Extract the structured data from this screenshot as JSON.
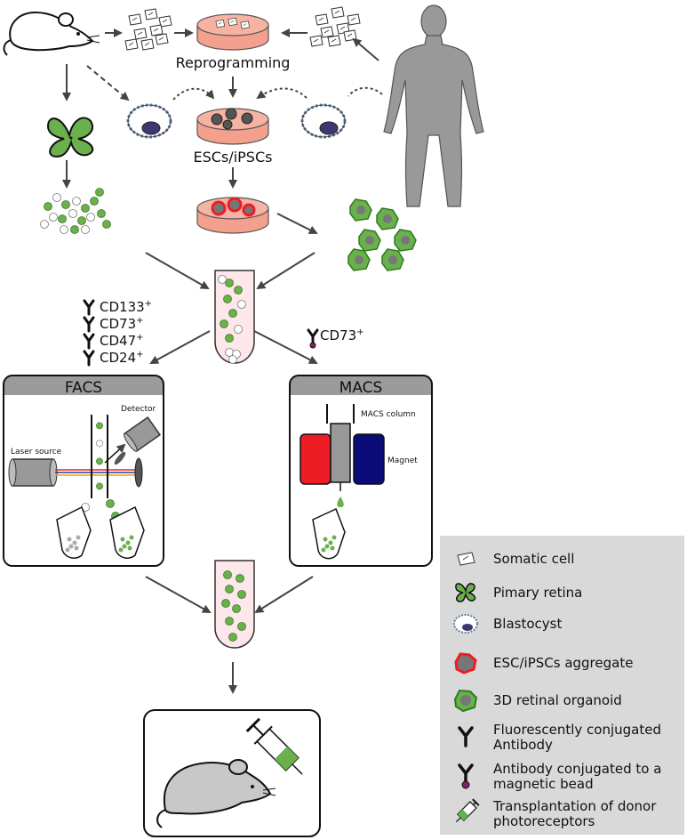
{
  "labels": {
    "reprogramming": "Reprogramming",
    "escs_ipscs": "ESCs/iPSCs",
    "facs": "FACS",
    "macs": "MACS",
    "detector": "Detector",
    "laser_source": "Laser source",
    "macs_column": "MACS column",
    "magnet": "Magnet"
  },
  "markers_facs": [
    {
      "name": "CD133",
      "sup": "+"
    },
    {
      "name": "CD73",
      "sup": "+"
    },
    {
      "name": "CD47",
      "sup": "+"
    },
    {
      "name": "CD24",
      "sup": "+"
    }
  ],
  "marker_macs": {
    "name": "CD73",
    "sup": "+"
  },
  "legend": [
    {
      "icon": "somatic-cell-icon",
      "label": "Somatic cell"
    },
    {
      "icon": "primary-retina-icon",
      "label": "Pimary retina"
    },
    {
      "icon": "blastocyst-icon",
      "label": "Blastocyst"
    },
    {
      "icon": "aggregate-icon",
      "label": "ESC/iPSCs aggregate"
    },
    {
      "icon": "organoid-icon",
      "label": "3D retinal organoid"
    },
    {
      "icon": "antibody-icon",
      "label": "Fluorescently conjugated\nAntibody"
    },
    {
      "icon": "magnetic-antibody-icon",
      "label": "Antibody conjugated to a\nmagnetic bead"
    },
    {
      "icon": "syringe-icon",
      "label": "Transplantation of donor\nphotoreceptors"
    }
  ],
  "colors": {
    "green": "#6ab04c",
    "green_dark": "#2f7a1f",
    "dish": "#f6b3a3",
    "red": "#ee1c25",
    "navy": "#0b0b7a",
    "grey": "#9a9a9a",
    "panel_header": "#9b9b9b",
    "legend_bg": "#d9d9d9"
  }
}
